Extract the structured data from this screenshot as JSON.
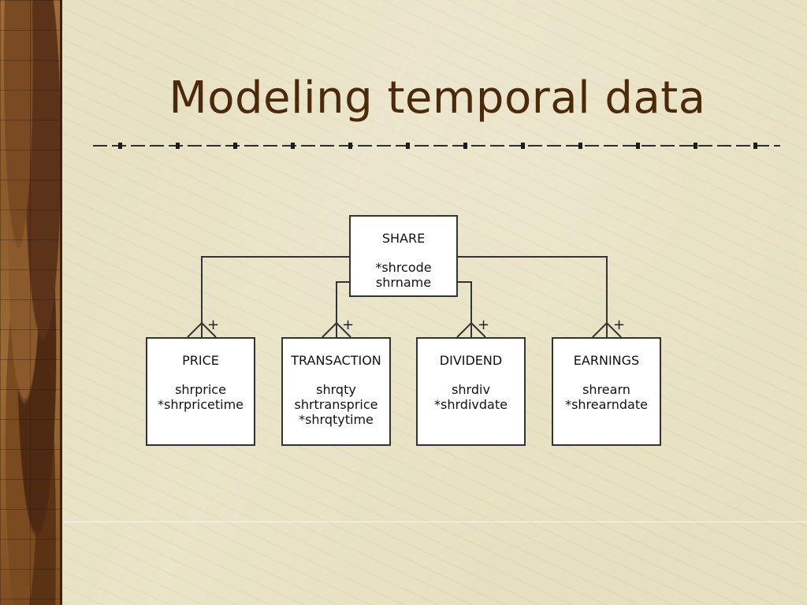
{
  "slide": {
    "title": "Modeling temporal data"
  },
  "diagram": {
    "parent": {
      "name": "SHARE",
      "attributes": [
        "*shrcode",
        "shrname"
      ]
    },
    "children": [
      {
        "name": "PRICE",
        "attributes": [
          "shrprice",
          "*shrpricetime"
        ],
        "cardinality": "+"
      },
      {
        "name": "TRANSACTION",
        "attributes": [
          "shrqty",
          "shrtransprice",
          "*shrqtytime"
        ],
        "cardinality": "+"
      },
      {
        "name": "DIVIDEND",
        "attributes": [
          "shrdiv",
          "*shrdivdate"
        ],
        "cardinality": "+"
      },
      {
        "name": "EARNINGS",
        "attributes": [
          "shrearn",
          "*shrearndate"
        ],
        "cardinality": "+"
      }
    ]
  }
}
